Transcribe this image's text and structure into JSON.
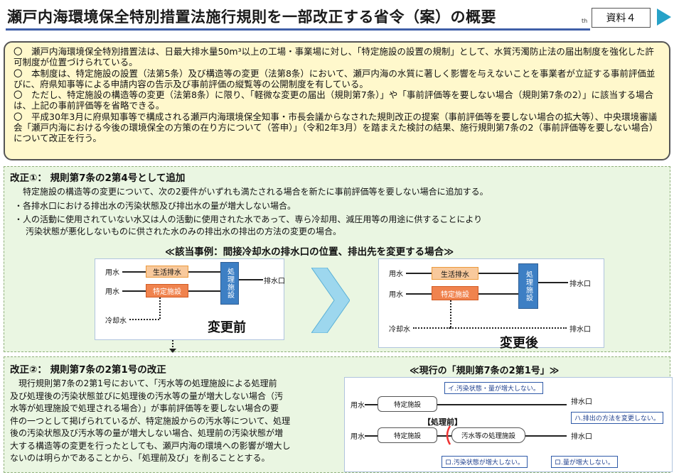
{
  "header": {
    "title": "瀬戸内海環境保全特別措置法施行規則を一部改正する省令（案）の概要",
    "label": "資料４",
    "tag_small": "th"
  },
  "summary": [
    "〇　瀬戸内海環境保全特別措置法は、日最大排水量50m³以上の工場・事業場に対し、「特定施設の設置の規制」として、水質汚濁防止法の届出制度を強化した許可制度が位置づけられている。",
    "〇　本制度は、特定施設の設置（法第5条）及び構造等の変更（法第8条）において、瀬戸内海の水質に著しく影響を与えないことを事業者が立証する事前評価並びに、府県知事等による申請内容の告示及び事前評価の縦覧等の公開制度を有している。",
    "〇　ただし、特定施設の構造等の変更（法第8条）に限り、「軽微な変更の届出（規則第7条）」や「事前評価等を要しない場合（規則第7条の2）」に該当する場合は、上記の事前評価等を省略できる。",
    "〇　平成30年3月に府県知事等で構成される瀬戸内海環境保全知事・市長会議からなされた規則改正の提案（事前評価等を要しない場合の拡大等）、中央環境審議会「瀬戸内海における今後の環境保全の方策の在り方について（答申）」（令和2年3月）を踏まえた検討の結果、施行規則第7条の2（事前評価等を要しない場合）について改正を行う。"
  ],
  "section1": {
    "title": "改正①：  規則第7条の2第4号として追加",
    "intro": "特定施設の構造等の変更について、次の2要件がいずれも満たされる場合を新たに事前評価等を要しない場合に追加する。",
    "bullet1": "・各排水口における排出水の汚染状態及び排出水の量が増大しない場合。",
    "bullet2a": "・人の活動に使用されていない水又は人の活動に使用された水であって、専ら冷却用、減圧用等の用途に供することにより",
    "bullet2b": "汚染状態が悪化しないものに供された水のみの排出水の排出の方法の変更の場合。",
    "example_title": "≪該当事例：間接冷却水の排水口の位置、排出先を変更する場合≫",
    "before": {
      "water1": "用水",
      "water2": "用水",
      "cooling": "冷却水",
      "box_living": "生活排水",
      "box_special": "特定施設",
      "box_treat": "処理施設",
      "outlet": "排水口",
      "caption": "変更前"
    },
    "after": {
      "water1": "用水",
      "water2": "用水",
      "cooling": "冷却水",
      "box_living": "生活排水",
      "box_special": "特定施設",
      "box_treat": "処理施設",
      "outlet1": "排水口",
      "outlet2": "排水口",
      "caption": "変更後"
    }
  },
  "section2": {
    "title": "改正②：  規則第7条の2第1号の改正",
    "body": [
      "　現行規則第7条の2第1号において、「汚水等の処理施設による処理前",
      "及び処理後の汚染状態並びに処理後の汚水等の量が増大しない場合（汚",
      "水等が処理施設で処理される場合）」が事前評価等を要しない場合の要",
      "件の一つとして掲げられているが、特定施設からの汚水等について、処理",
      "後の汚染状態及び汚水等の量が増大しない場合、処理前の汚染状態が増",
      "大する構造等の変更を行ったとしても、瀬戸内海の環境への影響が増大し",
      "ないのは明らかであることから、「処理前及び」を削ることとする。"
    ],
    "diagram_title": "≪現行の「規則第7条の2第1号」≫",
    "d": {
      "water1": "用水",
      "water2": "用水",
      "special1": "特定施設",
      "special2": "特定施設",
      "pre_label": "【処理前】",
      "treat": "汚水等の処理施設",
      "outlet1": "排水口",
      "outlet2": "排水口",
      "callout_i": "イ.汚染状態・量が増大しない。",
      "callout_ha": "ハ.排出の方法を変更しない。",
      "callout_ro1": "ロ.汚染状態が増大しない。",
      "callout_ro2": "ロ.量が増大しない。"
    }
  }
}
